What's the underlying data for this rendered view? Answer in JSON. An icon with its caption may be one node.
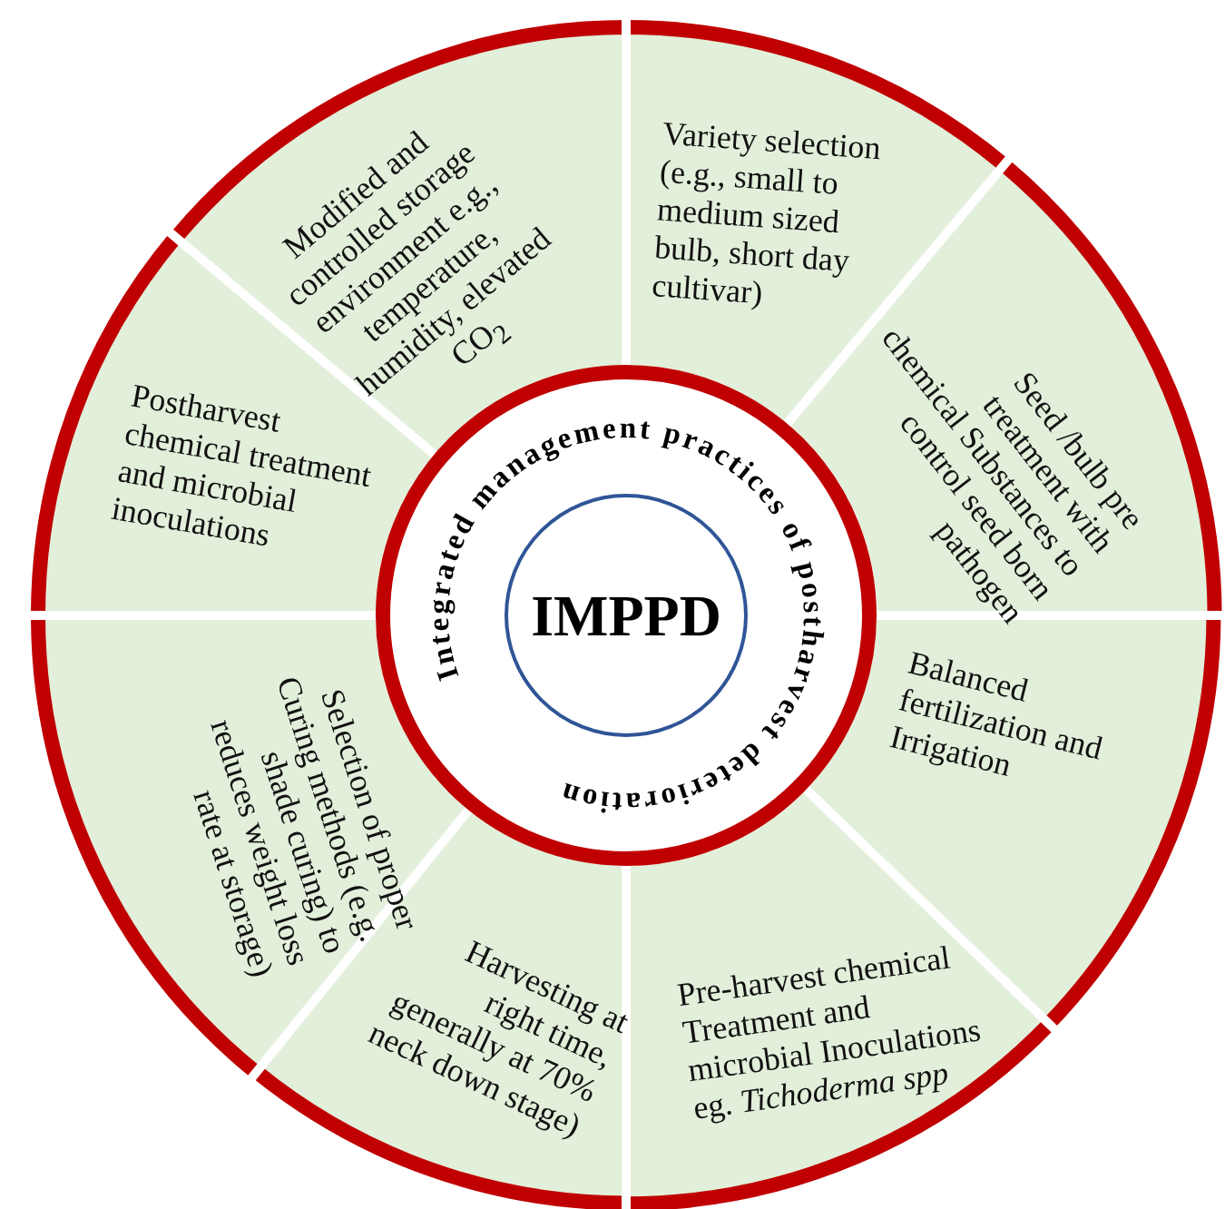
{
  "diagram": {
    "nodes": [
      {
        "text": [
          "IMPPD"
        ]
      },
      {
        "text": [
          "Variety selection (e.g., small to medium sized bulb, short day cultivar)"
        ]
      },
      {
        "text": [
          "Seed /bulb pre treatment with chemical Substances to control seed born pathogen"
        ]
      },
      {
        "text": [
          "Balanced fertilization and Irrigation"
        ]
      },
      {
        "text": [
          "Pre-harvest chemical Treatment and microbial Inoculations eg. *Tichoderma spp*"
        ]
      },
      {
        "text": [
          "Harvesting at right time, generally at 70% neck down stage)"
        ]
      },
      {
        "text": [
          "Selection of proper Curing methods (e.g. shade curing) to reduces weight loss rate at storage)"
        ]
      },
      {
        "text": [
          "Postharvest chemical treatment and microbial inoculations"
        ]
      },
      {
        "text": [
          "Modified and controlled storage environment e.g., temperature, humidity, elevated CO$_{2}$"
        ]
      }
    ],
    "labels": [
      "Integrated management practices of postharvest deterioration"
    ]
  }
}
